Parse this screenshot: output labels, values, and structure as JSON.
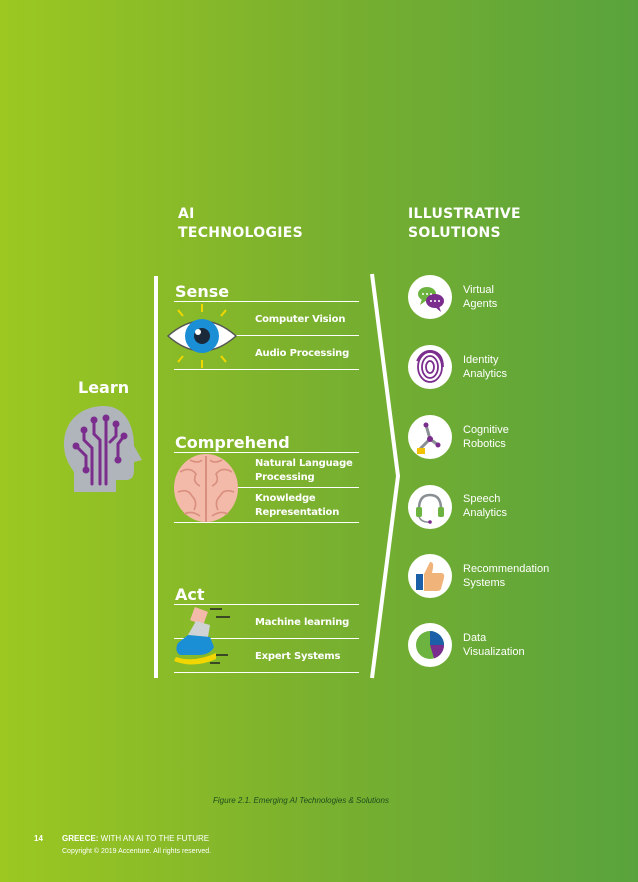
{
  "headers": {
    "technologies": "AI\nTECHNOLOGIES",
    "solutions": "ILLUSTRATIVE\nSOLUTIONS"
  },
  "learn": {
    "label": "Learn"
  },
  "categories": [
    {
      "name": "Sense",
      "items": [
        "Computer Vision",
        "Audio Processing"
      ]
    },
    {
      "name": "Comprehend",
      "items": [
        "Natural Language\nProcessing",
        "Knowledge\nRepresentation"
      ]
    },
    {
      "name": "Act",
      "items": [
        "Machine learning",
        "Expert Systems"
      ]
    }
  ],
  "solutions": [
    {
      "label": "Virtual\nAgents",
      "icon": "chat-bubbles-icon"
    },
    {
      "label": "Identity\nAnalytics",
      "icon": "fingerprint-icon"
    },
    {
      "label": "Cognitive\nRobotics",
      "icon": "robot-arm-icon"
    },
    {
      "label": "Speech\nAnalytics",
      "icon": "headset-icon"
    },
    {
      "label": "Recommendation\nSystems",
      "icon": "thumbs-up-icon"
    },
    {
      "label": "Data\nVisualization",
      "icon": "pie-chart-icon"
    }
  ],
  "caption": "Figure 2.1. Emerging AI Technologies & Solutions",
  "footer": {
    "page_number": "14",
    "publication_bold": "GREECE:",
    "publication_rest": " WITH AN AI TO THE FUTURE",
    "copyright": "Copyright © 2019 Accenture. All rights reserved."
  },
  "colors": {
    "purple": "#7b2d8e",
    "eye_blue": "#1a8fd6",
    "brain_pink": "#f3b9a9",
    "headgray": "#b0b5bb"
  }
}
